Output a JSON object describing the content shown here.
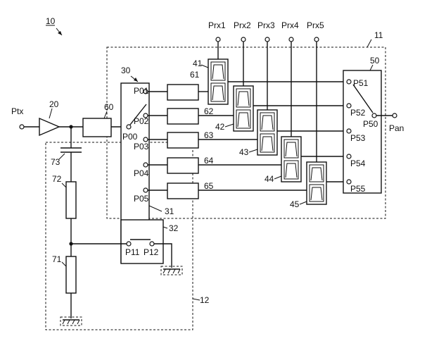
{
  "figure_label": "10",
  "modules": {
    "front_end": "11",
    "tuning": "12"
  },
  "components": {
    "amp": "20",
    "switch_main": "30",
    "switch_main_lead": "31",
    "switch_tune": "32",
    "filter_tx": "60",
    "duplexers": [
      "41",
      "42",
      "43",
      "44",
      "45"
    ],
    "filters_rx": [
      "61",
      "62",
      "63",
      "64",
      "65"
    ],
    "switch_ant": "50",
    "res_upper": "72",
    "res_lower": "71",
    "cap": "73"
  },
  "ports": {
    "tx_in": "Ptx",
    "antenna": "Pan",
    "rx": [
      "Prx1",
      "Prx2",
      "Prx3",
      "Prx4",
      "Prx5"
    ],
    "sw30_common": "P00",
    "sw30_outputs": [
      "P01",
      "P02",
      "P03",
      "P04",
      "P05"
    ],
    "sw50_common": "P50",
    "sw50_inputs": [
      "P51",
      "P52",
      "P53",
      "P54",
      "P55"
    ],
    "sw32": [
      "P11",
      "P12"
    ]
  }
}
